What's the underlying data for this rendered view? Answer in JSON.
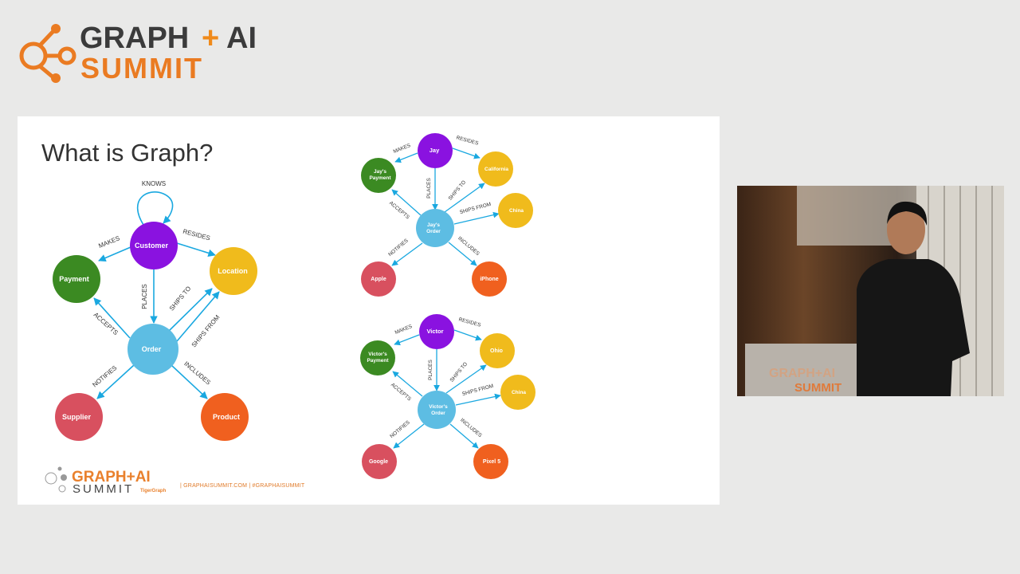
{
  "event_logo": {
    "line1": "GRAPH",
    "plus": "+",
    "line2": "AI",
    "line3": "SUMMIT"
  },
  "slide": {
    "title": "What is Graph?",
    "generic_graph": {
      "nodes": {
        "customer": "Customer",
        "payment": "Payment",
        "location": "Location",
        "order": "Order",
        "supplier": "Supplier",
        "product": "Product"
      },
      "edges": {
        "knows": "KNOWS",
        "makes": "MAKES",
        "resides": "RESIDES",
        "places": "PLACES",
        "ships_to": "SHIPS TO",
        "ships_from": "SHIPS FROM",
        "accepts": "ACCEPTS",
        "notifies": "NOTIFIES",
        "includes": "INCLUDES"
      }
    },
    "jay_graph": {
      "nodes": {
        "person": "Jay",
        "payment_1": "Jay's",
        "payment_2": "Payment",
        "location": "California",
        "origin": "China",
        "order_1": "Jay's",
        "order_2": "Order",
        "supplier": "Apple",
        "product": "iPhone"
      },
      "edges": {
        "makes": "MAKES",
        "resides": "RESIDES",
        "places": "PLACES",
        "ships_to": "SHIPS TO",
        "ships_from": "SHIPS FROM",
        "accepts": "ACCEPTS",
        "notifies": "NOTIFIES",
        "includes": "INCLUDES"
      }
    },
    "victor_graph": {
      "nodes": {
        "person": "Victor",
        "payment_1": "Victor's",
        "payment_2": "Payment",
        "location": "Ohio",
        "origin": "China",
        "order_1": "Victor's",
        "order_2": "Order",
        "supplier": "Google",
        "product": "Pixel 5"
      },
      "edges": {
        "makes": "MAKES",
        "resides": "RESIDES",
        "places": "PLACES",
        "ships_to": "SHIPS TO",
        "ships_from": "SHIPS FROM",
        "accepts": "ACCEPTS",
        "notifies": "NOTIFIES",
        "includes": "INCLUDES"
      }
    },
    "footer": {
      "logo_line1": "GRAPH+AI",
      "logo_line2": "SUMMIT",
      "organizer": "TigerGraph",
      "links": "|  GRAPHAISUMMIT.COM  |  #GRAPHAISUMMIT"
    }
  },
  "video_overlay": {
    "podium_logo_1": "GRAPH+AI",
    "podium_logo_2": "SUMMIT"
  },
  "colors": {
    "purple": "#8a12e0",
    "green": "#3b8a22",
    "yellow": "#f0bb1c",
    "blue": "#5dbde3",
    "red": "#d8505f",
    "orange": "#f0601f",
    "edge": "#1aa8e0",
    "brand": "#e9802c"
  }
}
